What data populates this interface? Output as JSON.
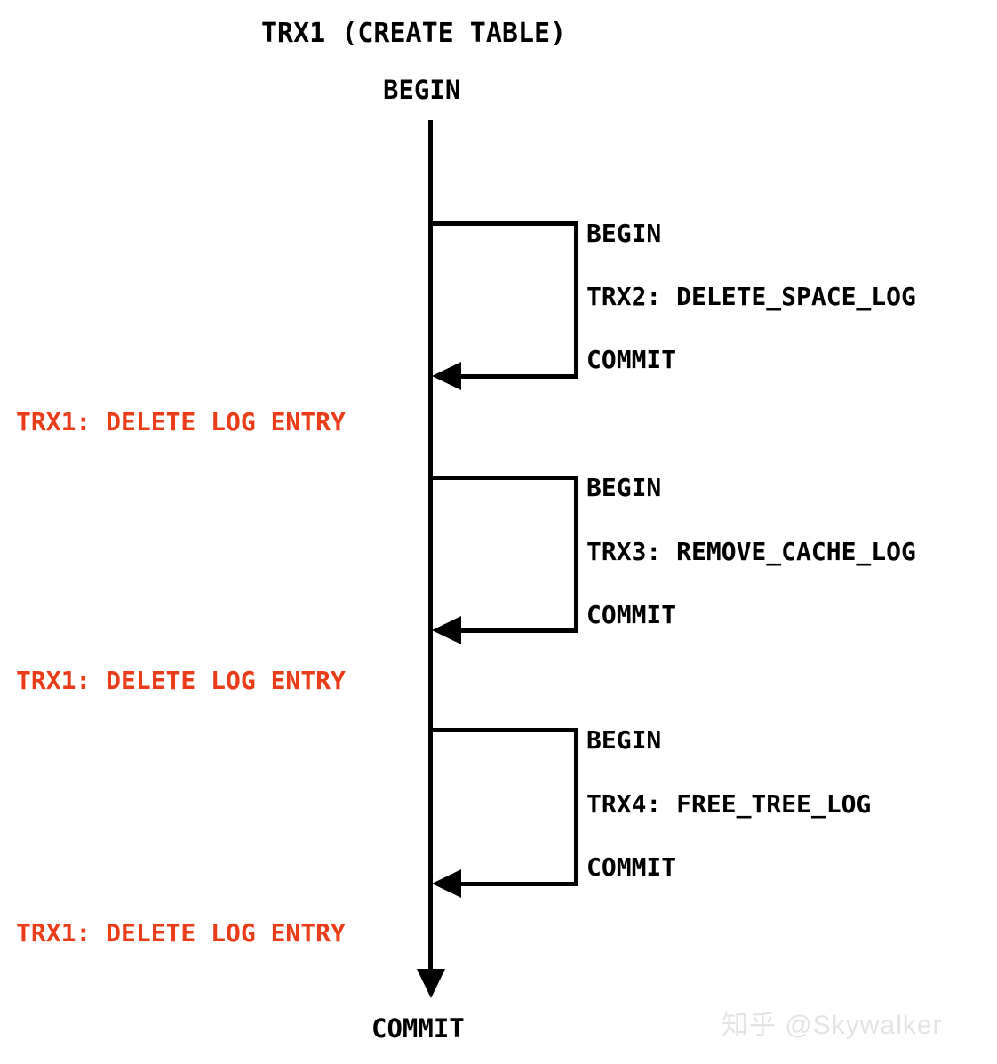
{
  "diagram": {
    "title": "TRX1 (CREATE TABLE)",
    "main_transaction": {
      "begin_label": "BEGIN",
      "commit_label": "COMMIT"
    },
    "sub_transactions": [
      {
        "begin_label": "BEGIN",
        "operation_label": "TRX2: DELETE_SPACE_LOG",
        "commit_label": "COMMIT",
        "result_label": "TRX1: DELETE LOG ENTRY"
      },
      {
        "begin_label": "BEGIN",
        "operation_label": "TRX3: REMOVE_CACHE_LOG",
        "commit_label": "COMMIT",
        "result_label": "TRX1: DELETE LOG ENTRY"
      },
      {
        "begin_label": "BEGIN",
        "operation_label": "TRX4: FREE_TREE_LOG",
        "commit_label": "COMMIT",
        "result_label": "TRX1: DELETE LOG ENTRY"
      }
    ],
    "colors": {
      "line": "#000000",
      "text": "#000000",
      "highlight": "#ea3c18",
      "watermark": "#e3e3e3",
      "background": "#ffffff"
    },
    "watermark": "知乎 @Skywalker"
  }
}
